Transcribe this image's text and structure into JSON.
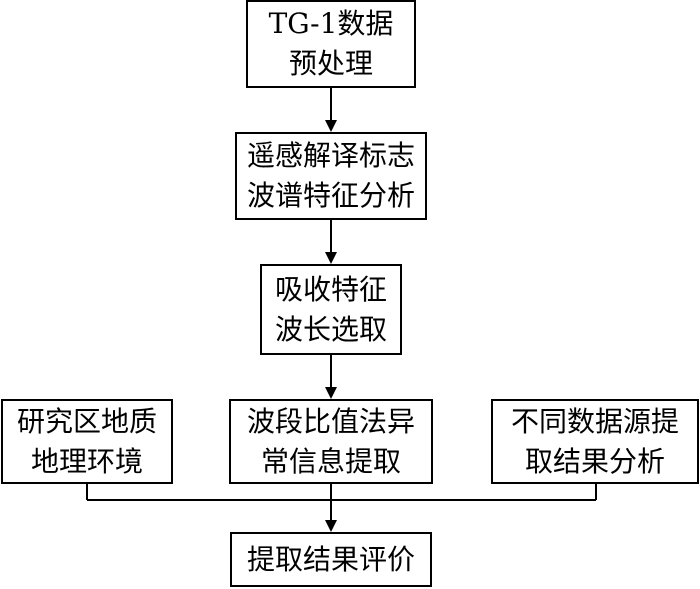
{
  "nodes": {
    "preprocess": {
      "line1": "TG-1数据",
      "line2": "预处理"
    },
    "spectral_analysis": {
      "line1": "遥感解译标志",
      "line2": "波谱特征分析"
    },
    "band_selection": {
      "line1": "吸收特征",
      "line2": "波长选取"
    },
    "geo_environment": {
      "line1": "研究区地质",
      "line2": "地理环境"
    },
    "band_ratio": {
      "line1": "波段比值法异",
      "line2": "常信息提取"
    },
    "source_comparison": {
      "line1": "不同数据源提",
      "line2": "取结果分析"
    },
    "evaluation": {
      "line1": "提取结果评价"
    }
  },
  "colors": {
    "stroke": "#000000",
    "background": "#ffffff"
  }
}
